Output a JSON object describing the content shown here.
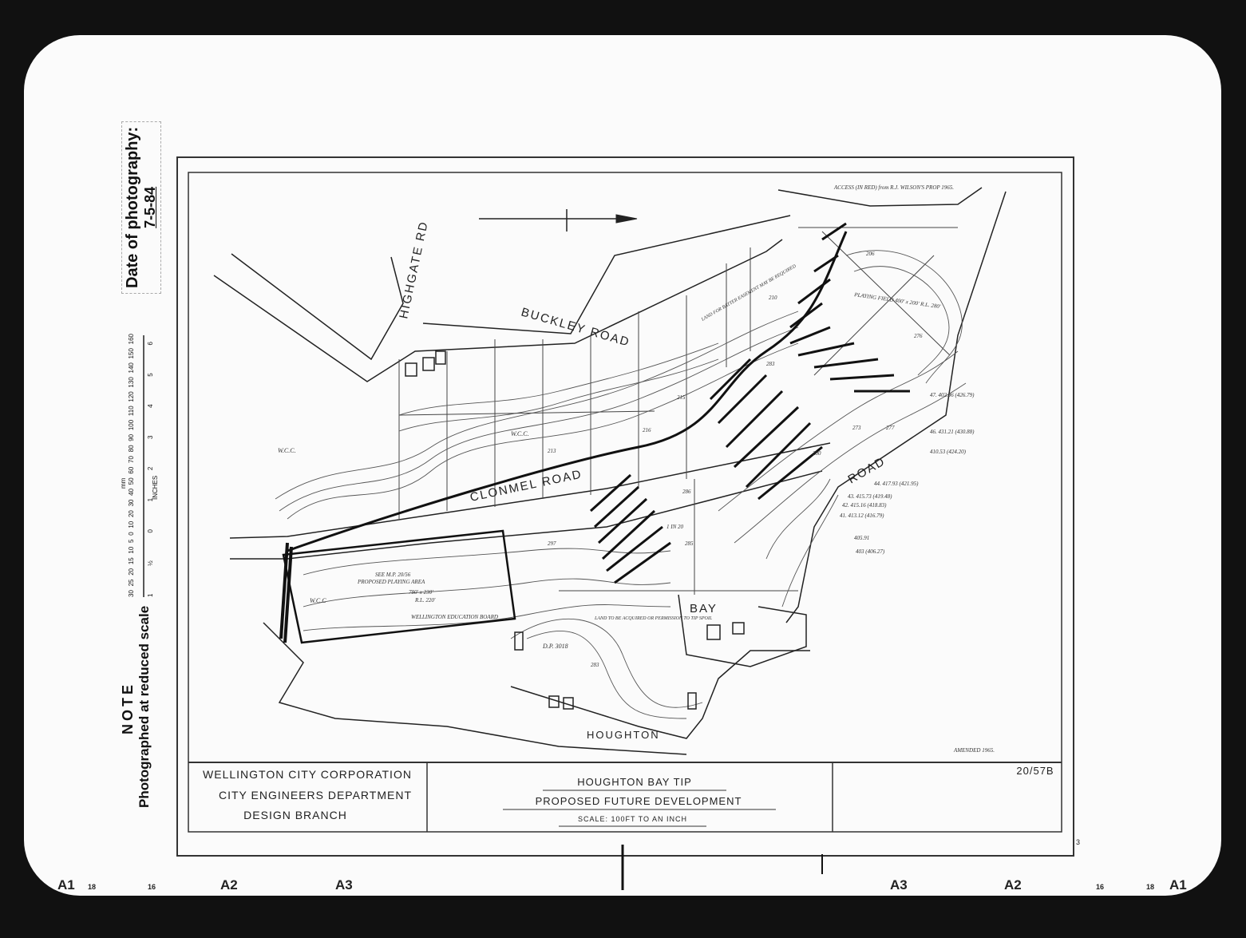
{
  "side_panel": {
    "date_label": "Date of photography:",
    "date_value": "7-5-84",
    "scale_mm_label": "mm",
    "scale_inches_label": "INCHES",
    "scale_mm_ticks": [
      "30",
      "25",
      "20",
      "15",
      "10",
      "5",
      "0",
      "10",
      "20",
      "30",
      "40",
      "50",
      "60",
      "70",
      "80",
      "90",
      "100",
      "110",
      "120",
      "130",
      "140",
      "150",
      "160"
    ],
    "scale_inch_ticks": [
      "1",
      "½",
      "0",
      "1",
      "2",
      "3",
      "4",
      "5",
      "6"
    ],
    "note_title": "NOTE",
    "note_text": "Photographed at reduced scale"
  },
  "map": {
    "roads": {
      "buckley": "BUCKLEY   ROAD",
      "highgate": "HIGHGATE  RD",
      "clonmel": "CLONMEL   ROAD",
      "road_east": "ROAD",
      "bay": "BAY",
      "houghton": "HOUGHTON"
    },
    "annotations": {
      "access_note": "ACCESS (IN RED) from R.J. WILSON'S PROP 1965.",
      "playing_field_ne": "PLAYING FIELD 400' x 200' R.L. 280'",
      "land_batter": "LAND FOR BATTER EASEMENT MAY BE REQUIRED",
      "wcc_1": "W.C.C.",
      "wcc_2": "W.C.C.",
      "wcc_3": "W.C.C",
      "proposed_playing": "PROPOSED  PLAYING  AREA",
      "playing_dims": "780' x 230'",
      "playing_rl": "R.L. 220'",
      "see_ref": "SEE M.P. 20/56",
      "education_board": "WELLINGTON EDUCATION BOARD",
      "land_acquired": "LAND TO BE ACQUIRED OR PERMISSION TO TIP SPOIL",
      "dp": "D.P. 3018",
      "slope": "1 IN 20",
      "amended": "AMENDED 1965."
    },
    "spot_levels": [
      "206",
      "276",
      "273",
      "277",
      "280",
      "283",
      "286",
      "297",
      "283",
      "213",
      "215",
      "216",
      "210",
      "285"
    ],
    "house_numbers": [
      "47. 402.96 (426.79)",
      "46. 431.21 (430.88)",
      "410.53 (424.20)",
      "44. 417.93 (421.95)",
      "43. 415.73 (419.48)",
      "42. 415.16 (418.83)",
      "41. 413.12 (416.79)",
      "405.91",
      "403 (406.27)"
    ]
  },
  "title_block": {
    "org_line1": "WELLINGTON  CITY  CORPORATION",
    "org_line2": "CITY  ENGINEERS  DEPARTMENT",
    "org_line3": "DESIGN  BRANCH",
    "title": "HOUGHTON   BAY   TIP",
    "subtitle": "PROPOSED  FUTURE  DEVELOPMENT",
    "scale": "SCALE: 100FT  TO  AN  INCH",
    "drawing_number": "20/57B",
    "sheet": "3"
  },
  "film_strip": {
    "marks": [
      "A1",
      "18",
      "16",
      "A2",
      "A3",
      "A3",
      "A2",
      "16",
      "18",
      "A1"
    ]
  }
}
